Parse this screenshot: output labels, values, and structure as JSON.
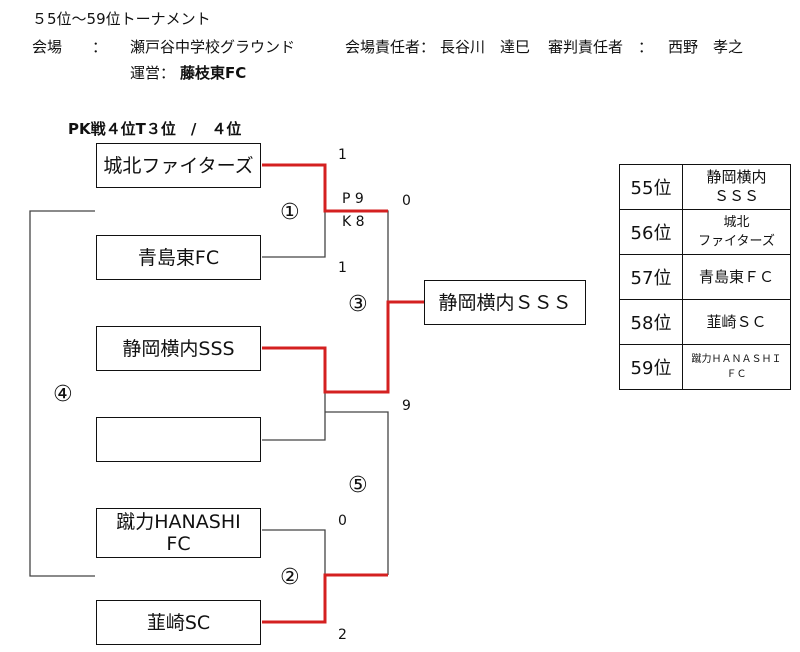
{
  "header": {
    "title": "５5位～59位トーナメント",
    "venue_label": "会場　　：",
    "venue": "瀬戸谷中学校グラウンド",
    "venue_manager_label": "会場責任者：",
    "venue_manager": "長谷川　達巳",
    "referee_manager_label": "審判責任者　：",
    "referee_manager": "西野　孝之",
    "operation_label": "運営：",
    "operation": "藤枝東FC"
  },
  "bracket_note": "PK戦４位T３位　/　４位",
  "teams": [
    {
      "name": "城北ファイターズ"
    },
    {
      "name": "青島東FC"
    },
    {
      "name": "静岡横内SSS"
    },
    {
      "name": ""
    },
    {
      "name": "蹴力HANASHI FC",
      "line1": "蹴力HANASHI",
      "line2": "FC"
    },
    {
      "name": "韮崎SC"
    }
  ],
  "winner_box": {
    "name": "静岡横内ＳＳＳ"
  },
  "match_numbers": [
    "①",
    "②",
    "③",
    "④",
    "⑤"
  ],
  "scores": {
    "m1_top": "1",
    "m1_bottom": "1",
    "m1_pk_top": "P 9",
    "m1_pk_bottom": "K 8",
    "m3_top": "0",
    "m5_top": "9",
    "m2_top": "0",
    "m2_bottom": "2"
  },
  "ranking": [
    {
      "place": "55位",
      "team_line1": "静岡横内",
      "team_line2": "ＳＳＳ"
    },
    {
      "place": "56位",
      "team_line1": "城北",
      "team_line2": "ファイターズ"
    },
    {
      "place": "57位",
      "team_line1": "青島東ＦＣ",
      "team_line2": ""
    },
    {
      "place": "58位",
      "team_line1": "韮崎ＳＣ",
      "team_line2": ""
    },
    {
      "place": "59位",
      "team_line1": "蹴力ＨＡＮＡＳＨＩ",
      "team_line2": "ＦＣ"
    }
  ],
  "colors": {
    "winner_line": "#d42020",
    "line": "#444444"
  }
}
